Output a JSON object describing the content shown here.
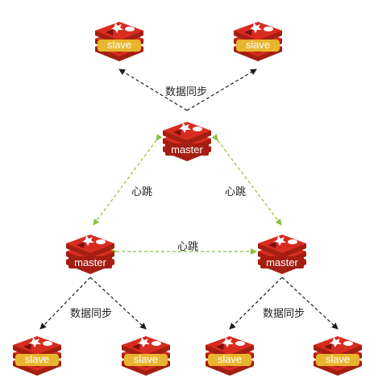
{
  "labels": {
    "master": "master",
    "slave": "slave",
    "sync": "数据同步",
    "heartbeat": "心跳"
  },
  "colors": {
    "redis_red": "#d82c20",
    "redis_dark": "#a41e11",
    "slave_label_bg": "#e8b62e",
    "sync_arrow": "#1a1a1a",
    "heartbeat_arrow": "#8cbf3c"
  },
  "nodes": [
    {
      "id": "top-slave-left",
      "role": "slave"
    },
    {
      "id": "top-slave-right",
      "role": "slave"
    },
    {
      "id": "master-top",
      "role": "master"
    },
    {
      "id": "master-left",
      "role": "master"
    },
    {
      "id": "master-right",
      "role": "master"
    },
    {
      "id": "bottom-slave-1",
      "role": "slave"
    },
    {
      "id": "bottom-slave-2",
      "role": "slave"
    },
    {
      "id": "bottom-slave-3",
      "role": "slave"
    },
    {
      "id": "bottom-slave-4",
      "role": "slave"
    }
  ],
  "edges": [
    {
      "id": "sync-top-left",
      "type": "sync",
      "from": "master-top",
      "to": "top-slave-left"
    },
    {
      "id": "sync-top-right",
      "type": "sync",
      "from": "master-top",
      "to": "top-slave-right"
    },
    {
      "id": "hb-top-left",
      "type": "heartbeat",
      "from": "master-top",
      "to": "master-left"
    },
    {
      "id": "hb-top-right",
      "type": "heartbeat",
      "from": "master-top",
      "to": "master-right"
    },
    {
      "id": "hb-left-right",
      "type": "heartbeat",
      "from": "master-left",
      "to": "master-right"
    },
    {
      "id": "sync-left-1",
      "type": "sync",
      "from": "master-left",
      "to": "bottom-slave-1"
    },
    {
      "id": "sync-left-2",
      "type": "sync",
      "from": "master-left",
      "to": "bottom-slave-2"
    },
    {
      "id": "sync-right-3",
      "type": "sync",
      "from": "master-right",
      "to": "bottom-slave-3"
    },
    {
      "id": "sync-right-4",
      "type": "sync",
      "from": "master-right",
      "to": "bottom-slave-4"
    }
  ]
}
